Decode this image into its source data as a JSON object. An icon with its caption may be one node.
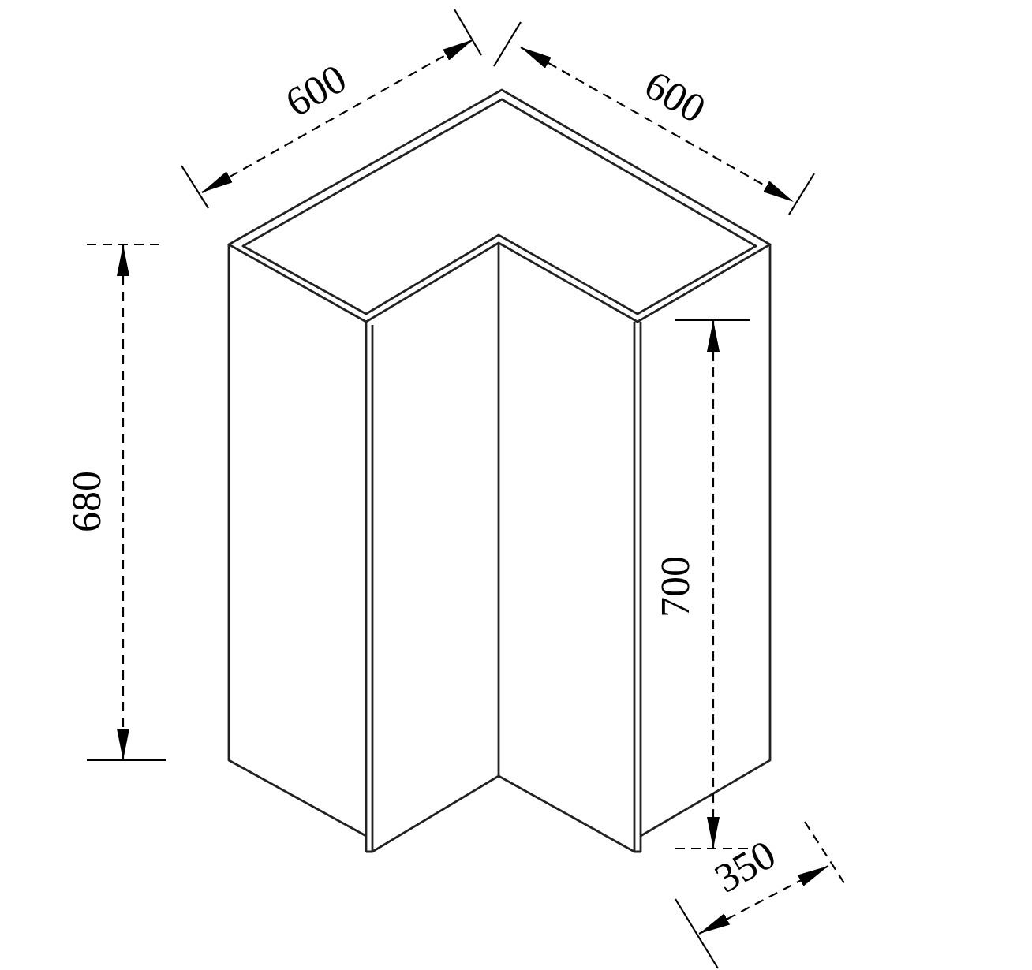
{
  "diagram": {
    "labels": [
      "600",
      "600",
      "680",
      "700",
      "350"
    ]
  }
}
